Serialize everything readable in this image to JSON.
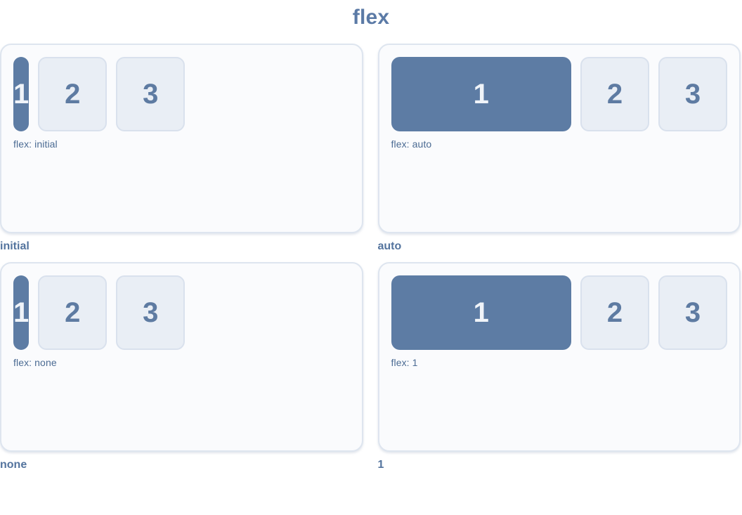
{
  "page": {
    "title": "flex"
  },
  "theme": {
    "accent_box_color": "#5d7ca4",
    "accent_box_text_color": "#f0f4f9",
    "muted_box_color": "#e9eef5",
    "muted_box_border_color": "#d9e1ed",
    "muted_box_text_color": "#5e7ba2",
    "panel_background": "#fafbfd",
    "panel_border_color": "#dee5ef",
    "title_color": "#5b7aa6",
    "caption_color": "#54749e",
    "flex_label_color": "#4b6b93"
  },
  "panels": [
    {
      "caption": "initial",
      "flex_label": "flex: initial",
      "flex_value": "initial",
      "boxes": [
        "1",
        "2",
        "3"
      ]
    },
    {
      "caption": "auto",
      "flex_label": "flex: auto",
      "flex_value": "auto",
      "boxes": [
        "1",
        "2",
        "3"
      ]
    },
    {
      "caption": "none",
      "flex_label": "flex: none",
      "flex_value": "none",
      "boxes": [
        "1",
        "2",
        "3"
      ]
    },
    {
      "caption": "1",
      "flex_label": "flex: 1",
      "flex_value": "1",
      "boxes": [
        "1",
        "2",
        "3"
      ]
    }
  ]
}
